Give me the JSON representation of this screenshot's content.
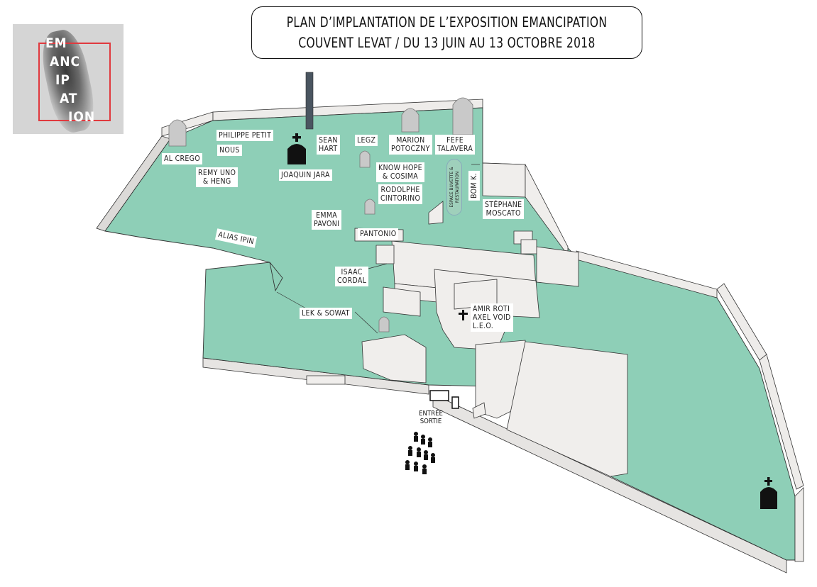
{
  "title": {
    "line1": "PLAN D’IMPLANTATION DE L’EXPOSITION EMANCIPATION",
    "line2": "COUVENT LEVAT / DU 13 JUIN AU 13 OCTOBRE 2018"
  },
  "logo": {
    "lines": [
      "EM",
      "ANC",
      "IP",
      "AT",
      "ION"
    ],
    "accent_color": "#e0393e"
  },
  "colors": {
    "grass": "#8ecfb7",
    "wall": "#eae8e6",
    "building": "#f0eeec",
    "outline": "#333333"
  },
  "artists": {
    "al_crego": "AL CREGO",
    "philippe_petit": "PHILIPPE PETIT",
    "nous": "NOUS",
    "remy_uno": "REMY UNO\n& HENG",
    "joaquin_jara": "JOAQUIN JARA",
    "sean_hart": "SEAN\nHART",
    "legz": "LEGZ",
    "marion": "MARION\nPOTOCZNY",
    "fefe": "FEFE\nTALAVERA",
    "know_hope": "KNOW HOPE\n& COSIMA",
    "rodolphe": "RODOLPHE\nCINTORINO",
    "bom_k": "BOM K.",
    "stephane": "STÉPHANE\nMOSCATO",
    "emma": "EMMA\nPAVONI",
    "pantonio": "PANTONIO",
    "alias": "ALIAS IPIN",
    "isaac": "ISAAC\nCORDAL",
    "lek": "LEK & SOWAT",
    "amir": "AMIR ROTI\nAXEL VOID\nL.E.O."
  },
  "buvette": "ESPACE BUVETTE &\nRESTAURATION",
  "entrance": "ENTRÉE\nSORTIE",
  "icons": [
    "chapel-icon",
    "cross-icon",
    "people-icon",
    "tombstone-icon"
  ]
}
